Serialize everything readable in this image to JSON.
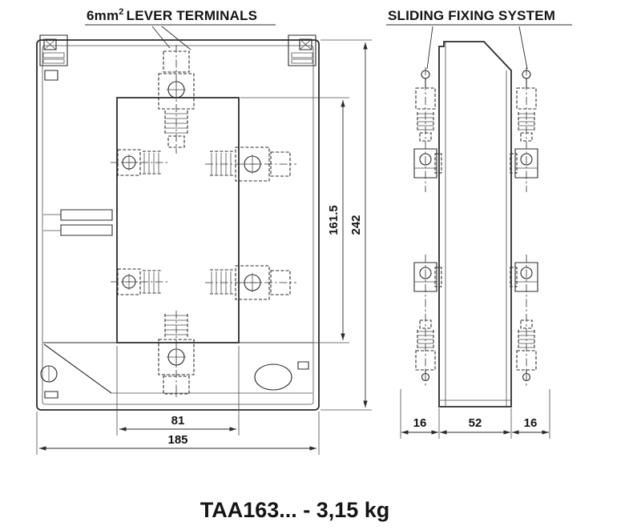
{
  "labels": {
    "lever_terminals": {
      "prefix": "6mm",
      "sup": "2",
      "text": "LEVER TERMINALS"
    },
    "sliding_fixing_system": "SLIDING FIXING SYSTEM"
  },
  "dimensions": {
    "front_total_height": "242",
    "front_window_height": "161.5",
    "front_window_width": "81",
    "front_total_width": "185",
    "side_left_offset": "16",
    "side_body_width": "52",
    "side_right_offset": "16"
  },
  "caption": "TAA163... - 3,15 kg",
  "colors": {
    "line": "#2b2b2b",
    "background": "#ffffff"
  }
}
